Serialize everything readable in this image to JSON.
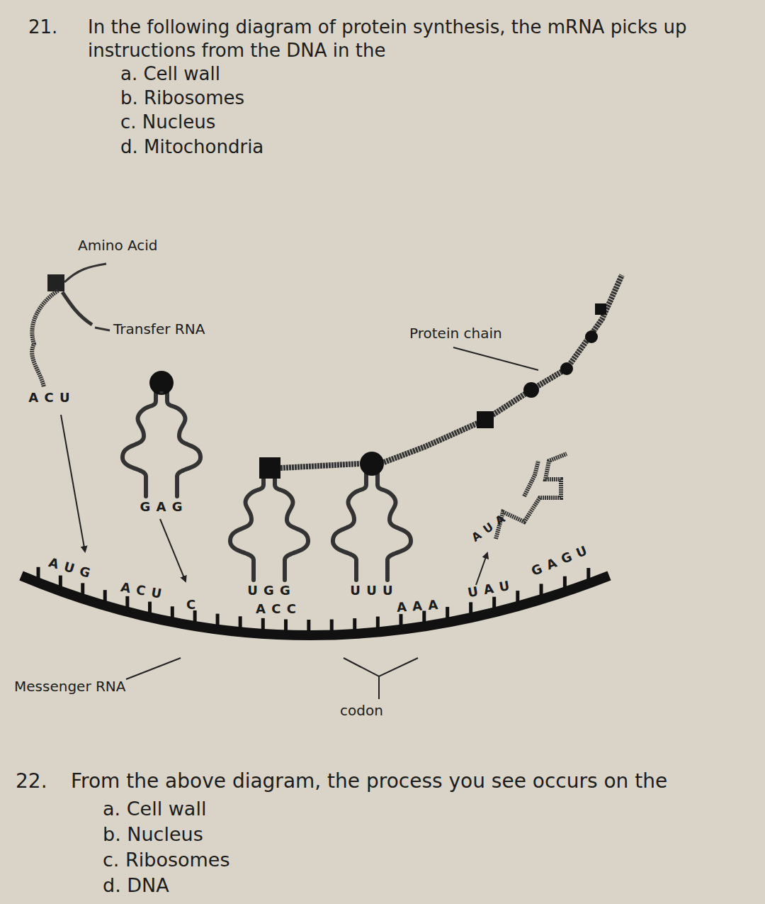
{
  "diagram": {
    "labels": [
      "21.",
      "In the following diagram of protein synthesis, the mRNA picks up instructions from the DNA in the",
      "a. Cell wall",
      "b. Ribosomes",
      "c. Nucleus",
      "d. Mitochondria",
      "Amino Acid",
      "Transfer RNA",
      "Protein chain",
      "Messenger RNA",
      "codon",
      "A C U",
      "G A G",
      "U G G",
      "U U U",
      "A U A",
      "A U G",
      "A C U",
      "C",
      "A C C",
      "A A A",
      "U A U",
      "G A G U",
      "22.",
      "From the above diagram, the process you see occurs on the",
      "a. Cell wall",
      "b. Nucleus",
      "c. Ribosomes",
      "d. DNA"
    ]
  }
}
